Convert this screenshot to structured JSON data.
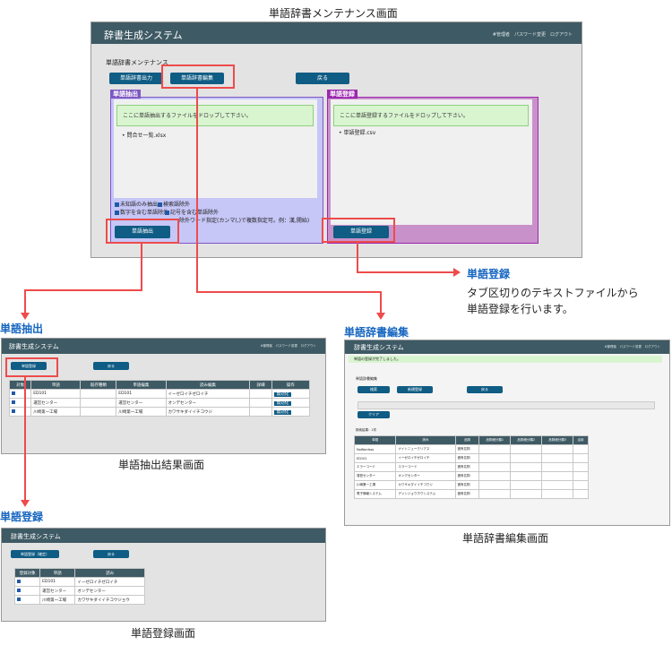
{
  "captions": {
    "main": "単語辞書メンテナンス画面",
    "extract_result": "単語抽出結果画面",
    "register_screen": "単語登録画面",
    "edit_screen": "単語辞書編集画面"
  },
  "main_window": {
    "app_title": "辞書生成システム",
    "menu": "#管理者　パスワード変更　ログアウト",
    "section_title": "単語辞書メンテナンス",
    "buttons": {
      "dict_output": "単語辞書出力",
      "dict_edit": "単語辞書編集",
      "back": "戻る"
    },
    "extract_panel": {
      "tab": "単語抽出",
      "drop_text": "ここに単語抽出するファイルをドロップして下さい。",
      "file": "問合せ一覧.xlsx",
      "checks": [
        "未知語のみ抽出",
        "検索語除外",
        "数字を含む単語除外",
        "記号を含む単語除外"
      ],
      "exclude_note": "除外ワード指定(カンマ(,)で複数指定可。例：漢,開始)",
      "button": "単語抽出"
    },
    "register_panel": {
      "tab": "単語登録",
      "drop_text": "ここに単語登録するファイルをドロップして下さい。",
      "file": "単語登録.csv",
      "button": "単語登録"
    }
  },
  "callouts": {
    "register_title": "単語登録",
    "register_desc_1": "タブ区切りのテキストファイルから",
    "register_desc_2": "単語登録を行います。",
    "extract_title": "単語抽出",
    "edit_title": "単語辞書編集",
    "register2_title": "単語登録"
  },
  "extract_window": {
    "app_title": "辞書生成システム",
    "menu": "#管理者　パスワード変更　ログアウト",
    "btn_register": "単語登録",
    "btn_back": "戻る",
    "headers": [
      "対象",
      "単語",
      "既存種類",
      "単語編集",
      "読み編集",
      "詳細",
      "操作"
    ],
    "rows": [
      [
        "ED101",
        "",
        "ED101",
        "イーゼロイチゼロイチ",
        "",
        "無効化"
      ],
      [
        "運営センター",
        "",
        "運営センター",
        "オンデセンター",
        "",
        "無効化"
      ],
      [
        "川崎第一工場",
        "",
        "川崎第一工場",
        "カワサキダイイチコウジ",
        "",
        "無効化"
      ]
    ]
  },
  "edit_window": {
    "app_title": "辞書生成システム",
    "menu": "#管理者　パスワード変更　ログアウト",
    "notice": "単語の登録が完了しました。",
    "section_title": "単語辞書編集",
    "btn_search": "検索",
    "btn_new": "新規登録",
    "btn_back": "戻る",
    "btn_clear": "クリア",
    "result_label": "検索結果：1件",
    "headers": [
      "単語",
      "読み",
      "品詞",
      "品詞細分類1",
      "品詞細分類2",
      "品詞細分類3",
      "活用"
    ],
    "rows": [
      [
        "NoWordsss",
        "ナイトニュークリアス",
        "固有名詞"
      ],
      [
        "ED101",
        "イーゼロイチゼロイチ",
        "固有名詞"
      ],
      [
        "エラーコード",
        "エラーコード",
        "固有名詞"
      ],
      [
        "運営センター",
        "オンデセンター",
        "固有名詞"
      ],
      [
        "川崎第一工場",
        "カワサキダイイチコウジ",
        "固有名詞"
      ],
      [
        "電子情報システム",
        "デンシジョウホウシステム",
        "固有名詞"
      ]
    ]
  },
  "register_window": {
    "app_title": "辞書生成システム",
    "btn_register": "単語登録（確定）",
    "btn_back": "戻る",
    "headers": [
      "登録対象",
      "単語",
      "読み"
    ],
    "rows": [
      [
        "ED101",
        "イーゼロイチゼロイチ"
      ],
      [
        "運営センター",
        "オンデセンター"
      ],
      [
        "川崎第一工場",
        "カワサキダイイチコウジョウ"
      ]
    ]
  }
}
